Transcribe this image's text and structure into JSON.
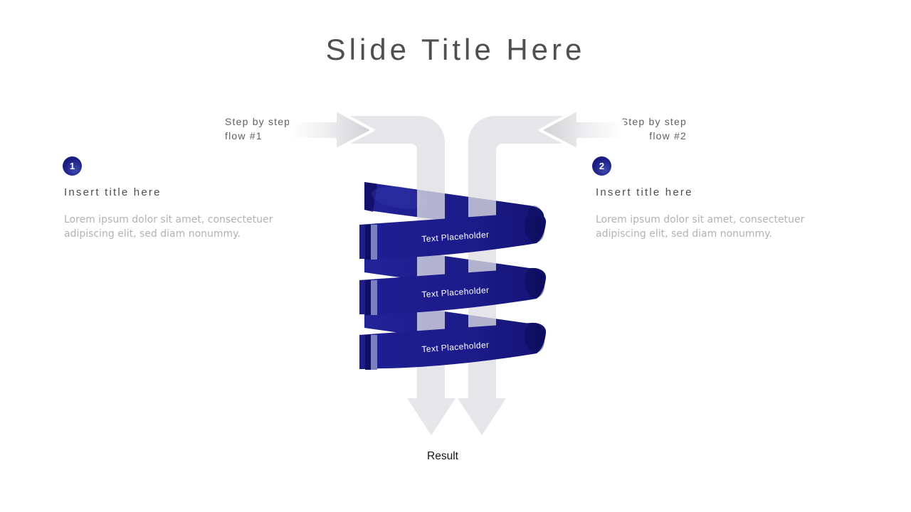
{
  "title": "Slide Title Here",
  "flows": [
    {
      "line1": "Step by step",
      "line2": "flow #1",
      "icon": "right-gradient-block-arrow"
    },
    {
      "line1": "Step by step",
      "line2": "flow #2",
      "icon": "left-gradient-block-arrow"
    }
  ],
  "steps": [
    {
      "number": "1",
      "title": "Insert title here",
      "body": "Lorem ipsum dolor sit amet, consectetuer adipiscing elit, sed diam nonummy."
    },
    {
      "number": "2",
      "title": "Insert title here",
      "body": "Lorem ipsum dolor sit amet, consectetuer adipiscing elit, sed diam nonummy."
    }
  ],
  "ribbon": {
    "bands": [
      "Text Placeholder",
      "Text Placeholder",
      "Text Placeholder"
    ]
  },
  "result_label": "Result",
  "icons": {
    "flow_arrow": "gradient-block-arrow",
    "down_arrow": "gray-block-arrow-down",
    "ribbon": "navy-spiral-ribbon"
  },
  "colors": {
    "ribbon_navy": "#1b1b8a",
    "ribbon_fold_light": "#7b81bb",
    "ribbon_fold_dark": "#0f0f62",
    "pipe_gray": "#e3e3e7",
    "bar_over_ribbon_lavender": "#b4b7d4",
    "badge_navy": "#1b1b80",
    "title_gray": "#4f4f4f",
    "step_label_gray": "#5f5f5f",
    "muted_text_gray": "#b2b2b2",
    "result_text": "#141414"
  }
}
